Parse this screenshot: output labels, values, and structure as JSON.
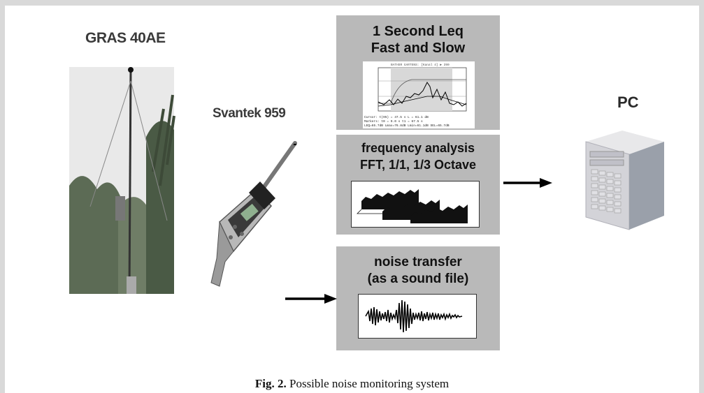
{
  "labels": {
    "gras": "GRAS 40AE",
    "svantek": "Svantek 959",
    "pc": "PC"
  },
  "panels": [
    {
      "line1": "1 Second  Leq",
      "line2": "Fast and Slow"
    },
    {
      "line1": "frequency analysis",
      "line2": "FFT, 1/1, 1/3 Octave"
    },
    {
      "line1": "noise transfer",
      "line2": "(as a sound file)"
    }
  ],
  "leq_plot": {
    "header": "BATHSR GARTENS: [Kanal 4] ► 390",
    "footer_cursor": "Cursor:  t(95) = 47.5 s    L = 61.1 dB",
    "footer_markers": "Markers:  t0 = 9.0 s      t1 = 67.5 s",
    "footer_leq": "LEQ=65.7dB Lmax=76.8dB Lmin=61.1dB SEL=65.7dB"
  },
  "caption": {
    "bold": "Fig. 2.",
    "text": " Possible noise monitoring system"
  }
}
